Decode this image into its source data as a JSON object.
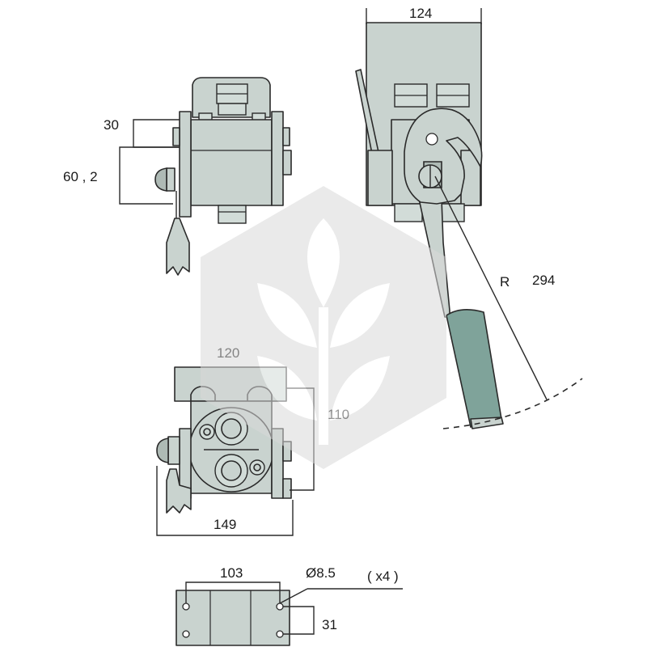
{
  "dimensions": {
    "side_top_offset": "30",
    "side_height": "60 , 2",
    "front_width": "124",
    "lever_radius_label": "R",
    "lever_radius_value": "294",
    "top_plate_width": "120",
    "top_height": "110",
    "top_overall_width": "149",
    "mount_hole_spacing": "103",
    "mount_hole_diameter": "Ø8.5",
    "mount_hole_count": "( x4 )",
    "mount_hole_offset": "31"
  },
  "colors": {
    "body": "#c9d3cf",
    "grip": "#7fa39a",
    "watermark": "#d9d9d9"
  },
  "watermark_icon": "wheat-leaf-hexagon-icon"
}
